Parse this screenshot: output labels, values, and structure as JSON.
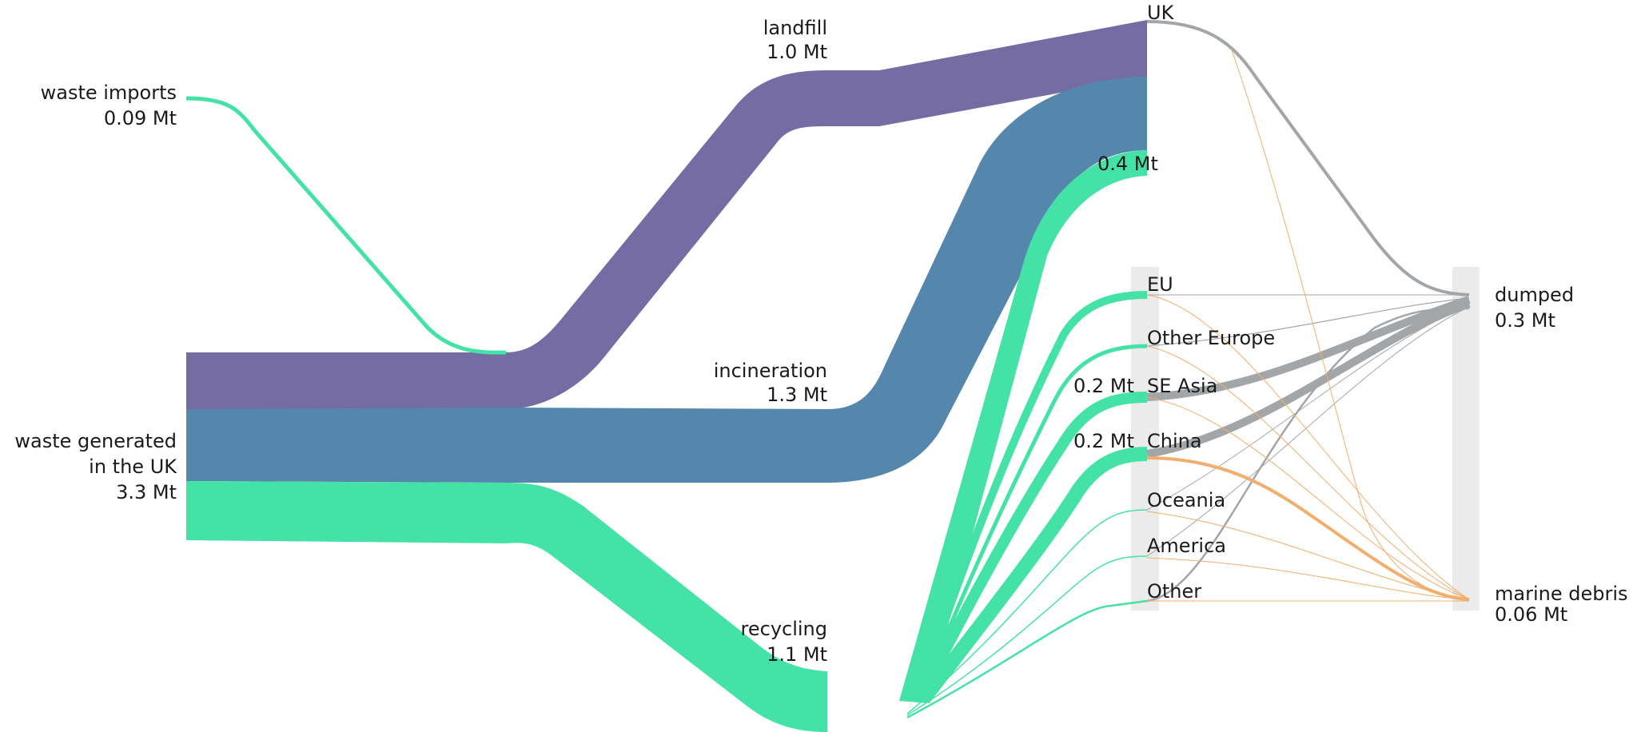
{
  "colors": {
    "landfill": "#756ca3",
    "incineration": "#5587ad",
    "recycling": "#45e2a8",
    "dumped": "#a3a6a8",
    "marine": "#f2ae6c",
    "bar": "#ebebeb"
  },
  "nodes": {
    "waste_imports": {
      "name": "waste imports",
      "value": "0.09 Mt"
    },
    "waste_generated": {
      "line1": "waste generated",
      "line2": "in the UK",
      "value": "3.3 Mt"
    },
    "landfill": {
      "name": "landfill",
      "value": "1.0 Mt"
    },
    "incineration": {
      "name": "incineration",
      "value": "1.3 Mt"
    },
    "recycling": {
      "name": "recycling",
      "value": "1.1 Mt"
    },
    "uk": {
      "name": "UK",
      "value": "0.4 Mt"
    },
    "eu": {
      "name": "EU"
    },
    "other_europe": {
      "name": "Other Europe"
    },
    "se_asia": {
      "name": "SE Asia",
      "value": "0.2 Mt"
    },
    "china": {
      "name": "China",
      "value": "0.2 Mt"
    },
    "oceania": {
      "name": "Oceania"
    },
    "america": {
      "name": "America"
    },
    "other": {
      "name": "Other"
    },
    "dumped": {
      "name": "dumped",
      "value": "0.3 Mt"
    },
    "marine_debris": {
      "name": "marine debris",
      "value": "0.06 Mt"
    }
  }
}
